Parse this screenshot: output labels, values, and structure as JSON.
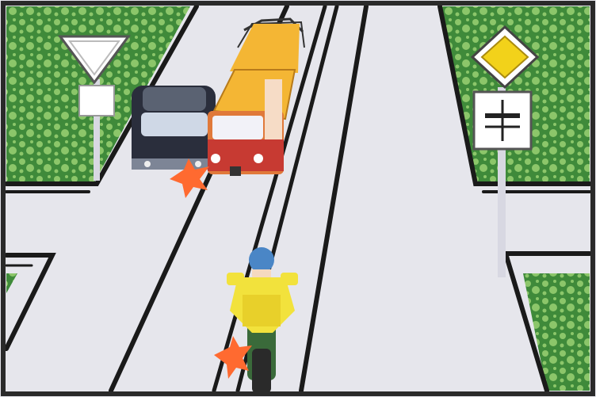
{
  "scene": {
    "kind": "traffic-rules-illustration",
    "colors": {
      "road": "#e6e6ec",
      "road_line": "#1a1a1a",
      "grass": "#3f8a3a",
      "grass_light": "#8cc66a",
      "frame": "#2a2a2a",
      "sign_yield_face": "#ffffff",
      "sign_main_road": "#f2d21a",
      "sign_pole": "#d8d8e2",
      "tram_body": "#e0793a",
      "tram_roof": "#f4b634",
      "tram_lower": "#c73a32",
      "car_body": "#2a2e3c",
      "rider_jacket": "#f2e23c",
      "rider_helmet": "#4a86c6",
      "motorcycle": "#3a6a3a",
      "indicator": "#ff6a30"
    },
    "vehicles": [
      "dark-car",
      "tram",
      "motorcycle"
    ],
    "signs": [
      "yield-sign",
      "main-road-sign",
      "direction-of-main-road-plate"
    ],
    "turn_signals": [
      "car-left-indicator",
      "motorcycle-left-indicator"
    ]
  }
}
